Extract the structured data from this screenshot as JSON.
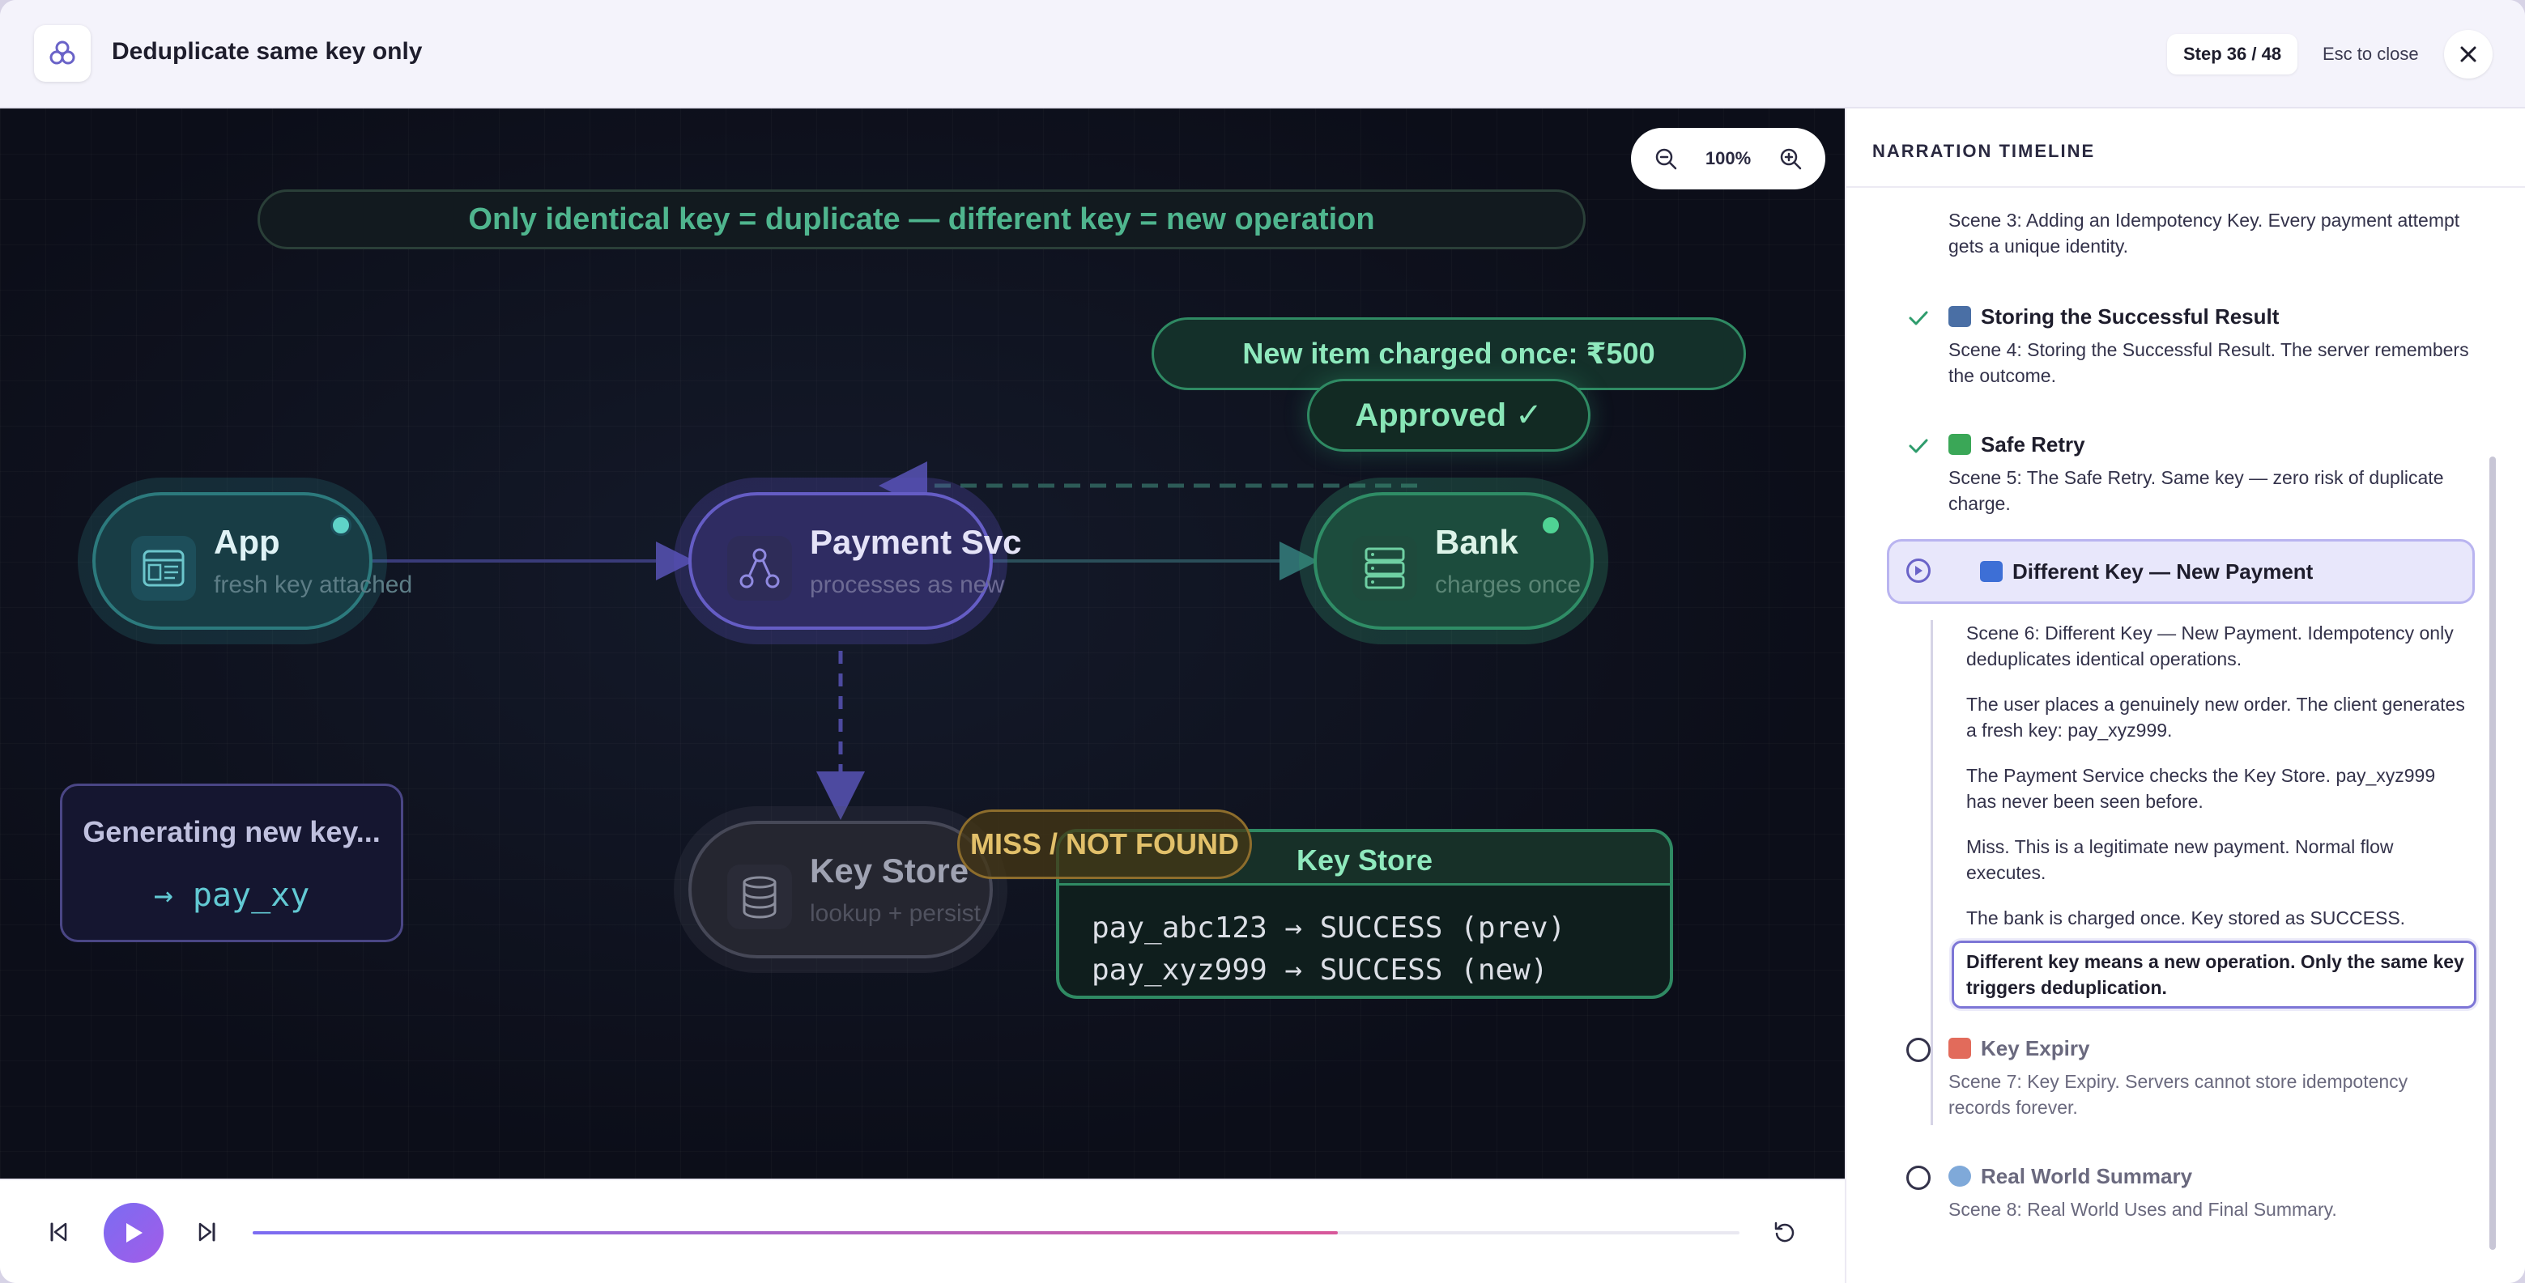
{
  "header": {
    "title": "Deduplicate same key only",
    "step": "Step 36 / 48",
    "esc_hint": "Esc to close"
  },
  "canvas": {
    "zoom": "100%",
    "headline": "Only identical key = duplicate — different key = new operation",
    "charged_banner": "New item charged once: ₹500",
    "approved_banner": "Approved ✓",
    "nodes": {
      "app": {
        "name": "App",
        "sub": "fresh key attached"
      },
      "payment": {
        "name": "Payment Svc",
        "sub": "processes as new"
      },
      "bank": {
        "name": "Bank",
        "sub": "charges once"
      },
      "keystore": {
        "name": "Key Store",
        "sub": "lookup + persist"
      }
    },
    "generating_card": {
      "title": "Generating new key...",
      "value": "→ pay_xy"
    },
    "miss_badge": "MISS / NOT FOUND",
    "keystore_table": {
      "title": "Key Store",
      "rows": [
        "pay_abc123 → SUCCESS (prev)",
        "pay_xyz999 → SUCCESS (new)"
      ]
    }
  },
  "player": {
    "progress": 0.73,
    "track_color_start": "#7b6cf2",
    "track_color_end": "#d8589a"
  },
  "timeline": {
    "heading": "NARRATION TIMELINE",
    "scene3_desc": "Scene 3: Adding an Idempotency Key. Every payment attempt gets a unique identity.",
    "scene4": {
      "icon": "floppy-disk-icon",
      "title": "Storing the Successful Result",
      "desc": "Scene 4: Storing the Successful Result. The server remembers the outcome."
    },
    "scene5": {
      "icon": "check-mark-button-icon",
      "title": "Safe Retry",
      "desc": "Scene 5: The Safe Retry. Same key — zero risk of duplicate charge."
    },
    "scene6": {
      "icon": "new-button-icon",
      "title": "Different Key — New Payment",
      "steps": [
        "Scene 6: Different Key — New Payment. Idempotency only deduplicates identical operations.",
        "The user places a genuinely new order. The client generates a fresh key: pay_xyz999.",
        "The Payment Service checks the Key Store. pay_xyz999 has never been seen before.",
        "Miss. This is a legitimate new payment. Normal flow executes.",
        "The bank is charged once. Key stored as SUCCESS.",
        "Different key means a new operation. Only the same key triggers deduplication."
      ]
    },
    "scene7": {
      "icon": "alarm-clock-icon",
      "title": "Key Expiry",
      "desc": "Scene 7: Key Expiry. Servers cannot store idempotency records forever."
    },
    "scene8": {
      "icon": "globe-icon",
      "title": "Real World Summary",
      "desc": "Scene 8: Real World Uses and Final Summary."
    }
  },
  "colors": {
    "accent": "#7b6cf2",
    "green": "#2f8a63",
    "canvas_bg": "#0d0f1b",
    "miss": "#e2c06a"
  }
}
